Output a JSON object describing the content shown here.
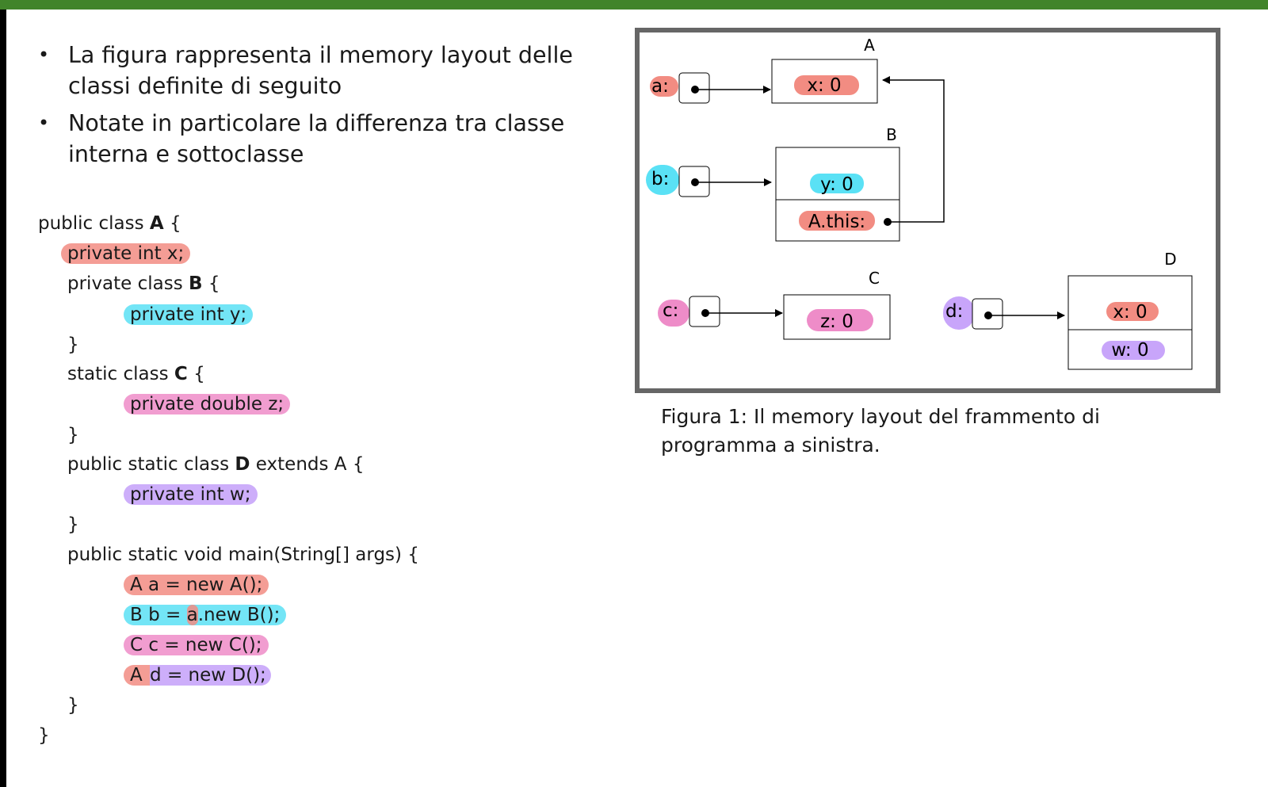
{
  "bullets": [
    "La figura rappresenta il memory layout delle classi definite di seguito",
    "Notate in particolare la differenza tra classe interna e sottoclasse"
  ],
  "code": {
    "l1_kw": "public class ",
    "l1_name": "A",
    "l1_end": " {",
    "l2": "private int x;",
    "l3_kw": "private class ",
    "l3_name": "B",
    "l3_end": " {",
    "l4": "private int y;",
    "close": "}",
    "l6_kw": "static class ",
    "l6_name": "C",
    "l6_end": " {",
    "l7": "private double z;",
    "l9_kw": "public static class ",
    "l9_name": "D",
    "l9_end": " extends A {",
    "l10": "private int w;",
    "l12": "public static void main(String[] args) {",
    "l13": "A a = new A();",
    "l14a": "B b = ",
    "l14b": "a",
    "l14c": ".new B();",
    "l15": "C c = new C();",
    "l16a": "A ",
    "l16b": "d = new D();"
  },
  "figure": {
    "vars": [
      "a:",
      "b:",
      "c:",
      "d:"
    ],
    "classes": [
      "A",
      "B",
      "C",
      "D"
    ],
    "fields": {
      "a_x": "x: 0",
      "b_y": "y: 0",
      "b_this": "A.this:",
      "c_z": "z: 0",
      "d_x": "x: 0",
      "d_w": "w: 0"
    },
    "caption": "Figura 1: Il memory layout del frammento di programma a sinistra."
  },
  "colors": {
    "topbar": "#41842a",
    "highlight_A": "#f28c82",
    "highlight_B": "#5ae1f5",
    "highlight_C": "#ee8cc8",
    "highlight_D": "#c8a5fa"
  }
}
